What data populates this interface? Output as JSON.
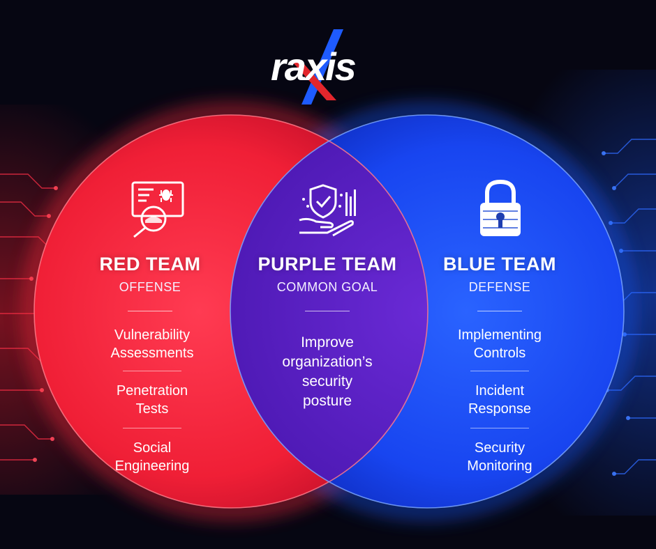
{
  "logo": {
    "text": "raxis",
    "accent_color": "#1e5bff",
    "stroke_color": "#e3262c"
  },
  "colors": {
    "red": "#ff2a3c",
    "blue": "#1a4dff",
    "purple": "#5a1fbf",
    "background": "#060612"
  },
  "red_team": {
    "title": "RED TEAM",
    "subtitle": "OFFENSE",
    "icon": "bug-laptop-magnifier-icon",
    "items": [
      {
        "line1": "Vulnerability",
        "line2": "Assessments"
      },
      {
        "line1": "Penetration",
        "line2": "Tests"
      },
      {
        "line1": "Social",
        "line2": "Engineering"
      }
    ]
  },
  "purple_team": {
    "title": "PURPLE TEAM",
    "subtitle": "COMMON GOAL",
    "icon": "shield-hand-icon",
    "goal": {
      "line1": "Improve",
      "line2": "organization’s",
      "line3": "security",
      "line4": "posture"
    }
  },
  "blue_team": {
    "title": "BLUE TEAM",
    "subtitle": "DEFENSE",
    "icon": "padlock-icon",
    "items": [
      {
        "line1": "Implementing",
        "line2": "Controls"
      },
      {
        "line1": "Incident",
        "line2": "Response"
      },
      {
        "line1": "Security",
        "line2": "Monitoring"
      }
    ]
  }
}
